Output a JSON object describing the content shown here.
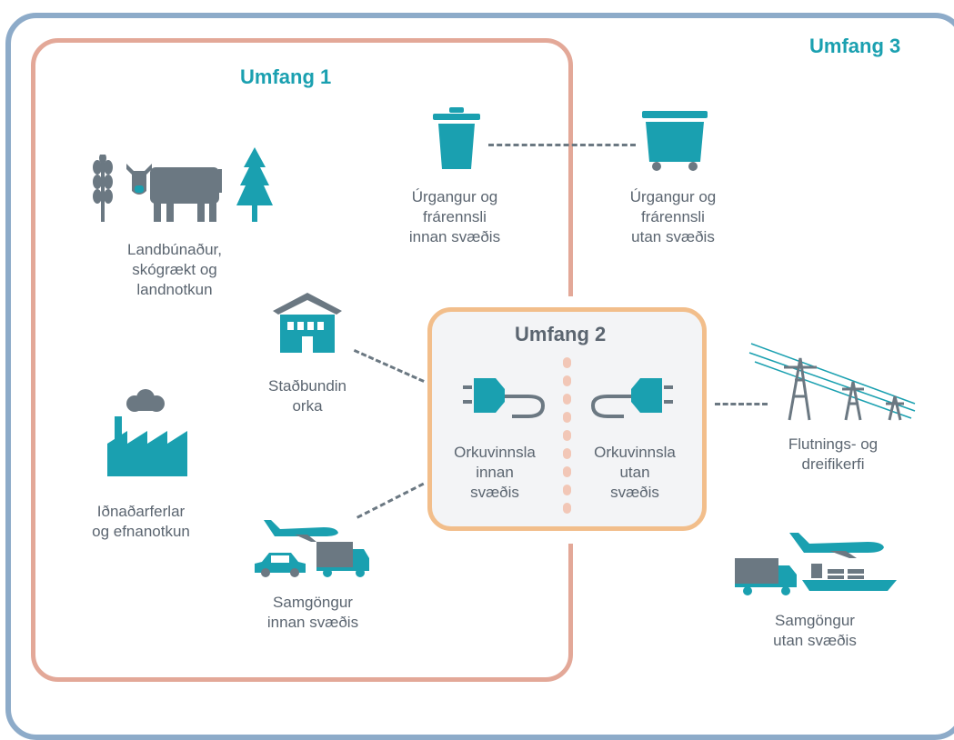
{
  "scopes": {
    "scope1": "Umfang 1",
    "scope2": "Umfang 2",
    "scope3": "Umfang 3"
  },
  "items": {
    "agriculture": "Landbúnaður,\nskógrækt og\nlandnotkun",
    "stationary_energy": "Staðbundin\norka",
    "industry": "Iðnaðarferlar\nog efnanotkun",
    "transport_in": "Samgöngur\ninnan svæðis",
    "waste_in": "Úrgangur og\nfrárennsli\ninnan svæðis",
    "waste_out": "Úrgangur og\nfrárennsli\nutan svæðis",
    "energy_in": "Orkuvinnsla\ninnan\nsvæðis",
    "energy_out": "Orkuvinnsla\nutan\nsvæðis",
    "grid": "Flutnings- og\ndreifikerfi",
    "transport_out": "Samgöngur\nutan svæðis"
  },
  "colors": {
    "scope1": "#e3a898",
    "scope2": "#f2be8b",
    "scope3": "#8dabc9",
    "teal": "#1aa0b0",
    "gray": "#6b7882"
  },
  "icons": [
    "wheat-icon",
    "cow-icon",
    "tree-icon",
    "trash-can-icon",
    "dumpster-icon",
    "building-icon",
    "factory-icon",
    "plane-icon",
    "car-icon",
    "truck-icon",
    "plug-icon",
    "power-tower-icon",
    "ship-icon"
  ]
}
